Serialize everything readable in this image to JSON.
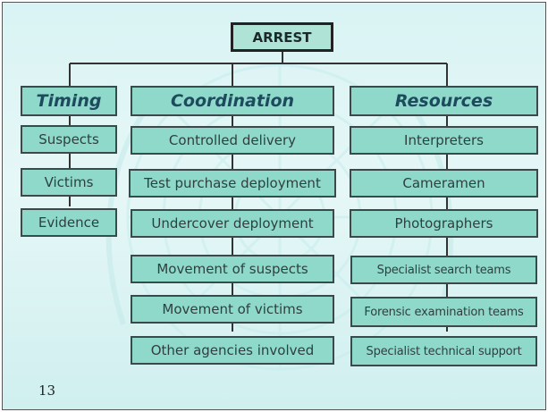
{
  "root": "ARREST",
  "columns": [
    {
      "heading": "Timing",
      "items": [
        "Suspects",
        "Victims",
        "Evidence"
      ]
    },
    {
      "heading": "Coordination",
      "items": [
        "Controlled delivery",
        "Test purchase deployment",
        "Undercover deployment",
        "Movement of suspects",
        "Movement of victims",
        "Other agencies involved"
      ]
    },
    {
      "heading": "Resources",
      "items": [
        "Interpreters",
        "Cameramen",
        "Photographers",
        "Specialist search teams",
        "Forensic examination teams",
        "Specialist technical support"
      ]
    }
  ],
  "page_number": "13",
  "colors": {
    "box_fill": "#8fd9cb",
    "box_border": "#3a4a4a",
    "heading_text": "#1e4a5e",
    "background": "#d9f3f4"
  }
}
